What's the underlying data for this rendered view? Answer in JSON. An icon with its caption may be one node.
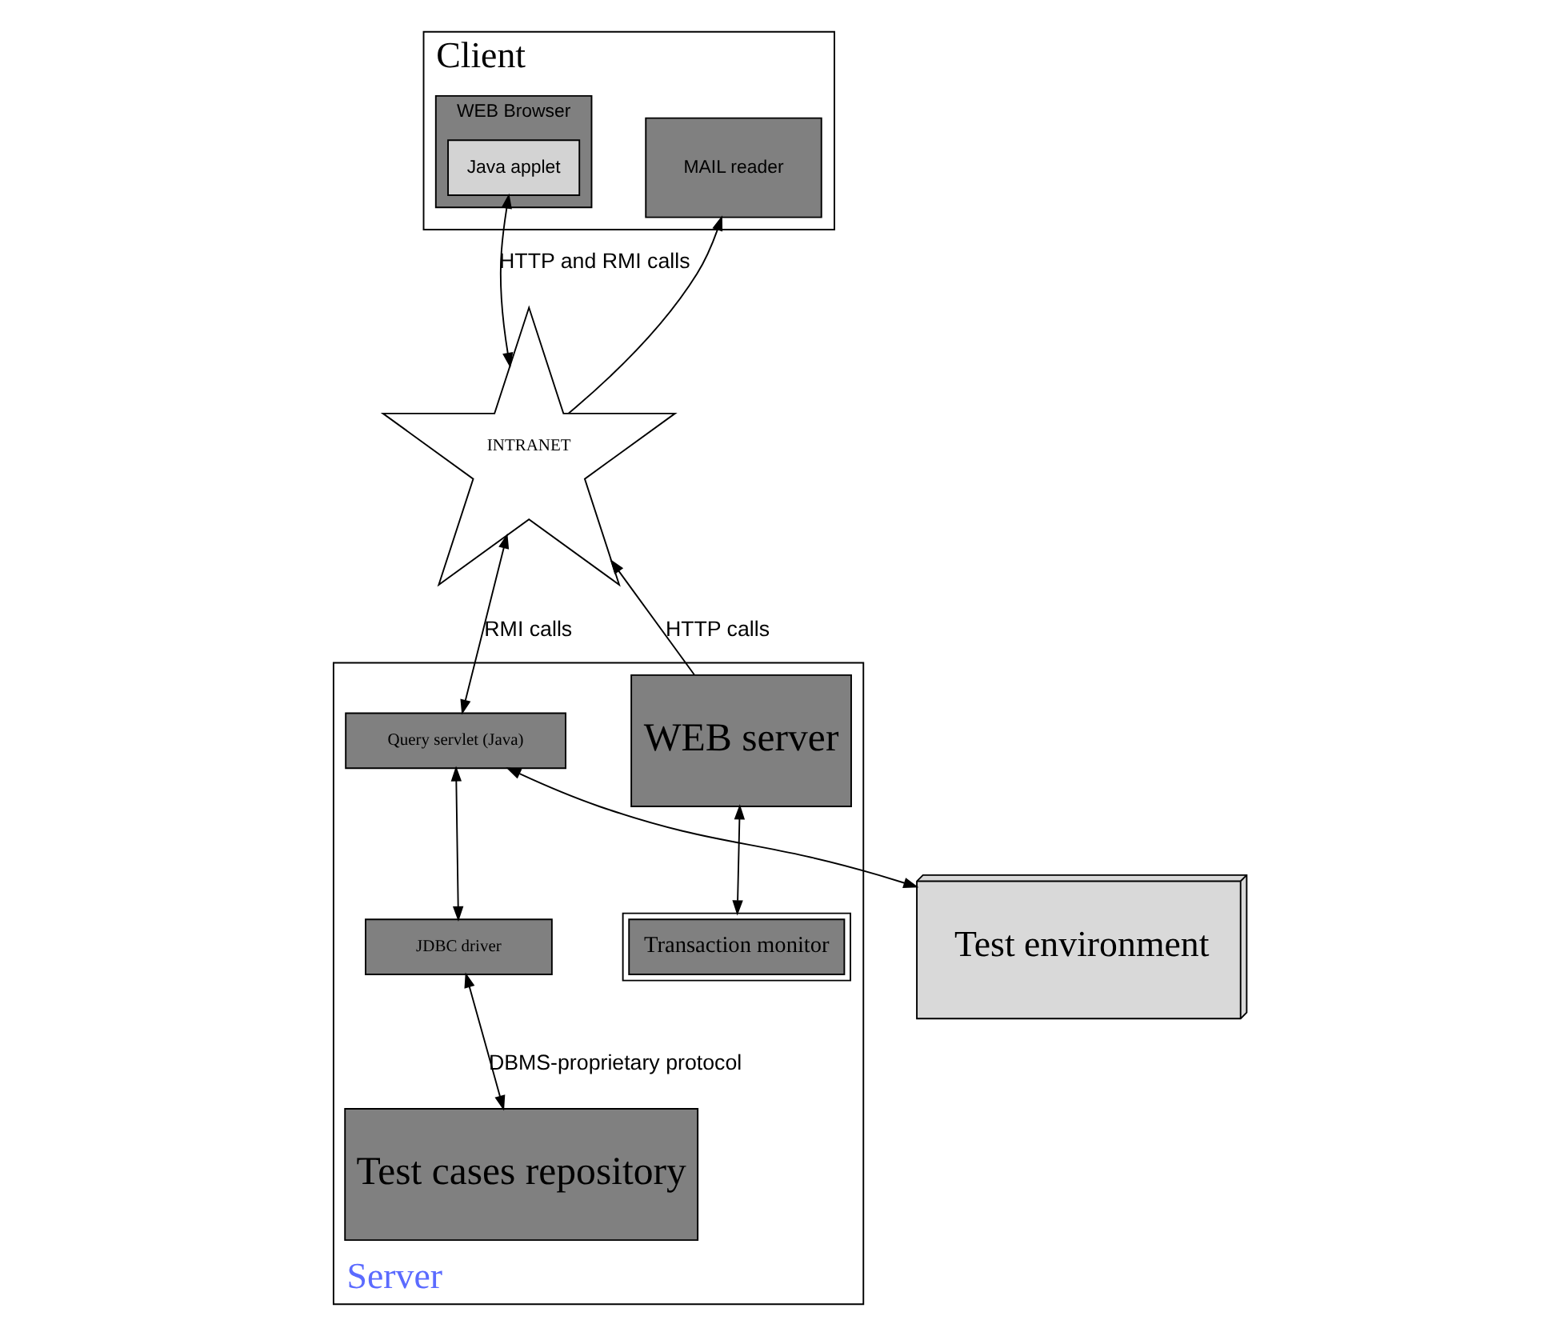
{
  "diagram": {
    "nodes": [
      {
        "text": [
          "Client"
        ]
      },
      {
        "text": [
          "WEB Browser"
        ],
        "in": 0
      },
      {
        "text": [
          "Java applet"
        ],
        "in": 1
      },
      {
        "text": [
          "MAIL reader"
        ],
        "in": 0
      },
      {
        "text": [
          "INTRANET"
        ]
      },
      {
        "text": [
          "Server"
        ]
      },
      {
        "text": [
          "WEB server"
        ],
        "in": 5
      },
      {
        "text": [
          "Transaction monitor"
        ],
        "in": 5
      },
      {
        "text": [
          "Query servlet (Java)"
        ],
        "in": 5
      },
      {
        "text": [
          "JDBC driver"
        ],
        "in": 5
      },
      {
        "text": [
          "Test cases repository"
        ],
        "in": 5
      },
      {
        "text": [
          "Test environment"
        ]
      }
    ],
    "edges": [
      {
        "from": 2,
        "to": 4,
        "arrow": "both",
        "label": "HTTP and RMI calls"
      },
      {
        "from": 4,
        "to": 3,
        "arrow": "to"
      },
      {
        "from": 6,
        "to": 4,
        "arrow": "to",
        "label": "HTTP calls"
      },
      {
        "from": 4,
        "to": 8,
        "arrow": "both",
        "label": "RMI calls"
      },
      {
        "from": 8,
        "to": 11,
        "arrow": "both"
      },
      {
        "from": 6,
        "to": 7,
        "arrow": "both"
      },
      {
        "from": 8,
        "to": 9,
        "arrow": "both"
      },
      {
        "from": 9,
        "to": 10,
        "arrow": "both",
        "label": "DBMS-proprietary protocol"
      }
    ]
  }
}
